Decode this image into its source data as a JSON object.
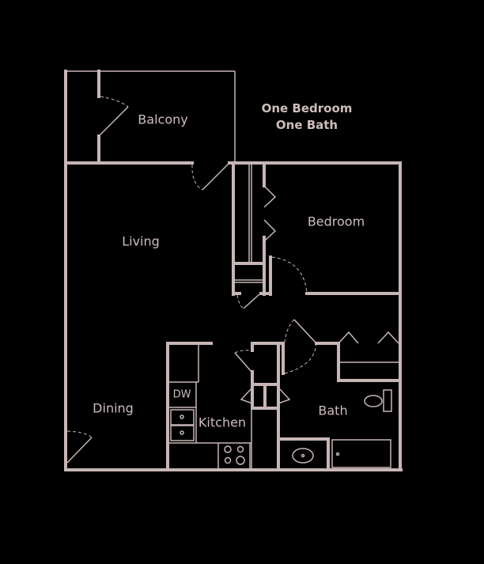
{
  "title": {
    "line1": "One Bedroom",
    "line2": "One Bath"
  },
  "rooms": {
    "balcony": "Balcony",
    "living": "Living",
    "bedroom": "Bedroom",
    "dining": "Dining",
    "kitchen": "Kitchen",
    "bath": "Bath"
  },
  "appliances": {
    "dishwasher": "DW"
  },
  "colors": {
    "background": "#000000",
    "lines": "#c7b6b6"
  }
}
